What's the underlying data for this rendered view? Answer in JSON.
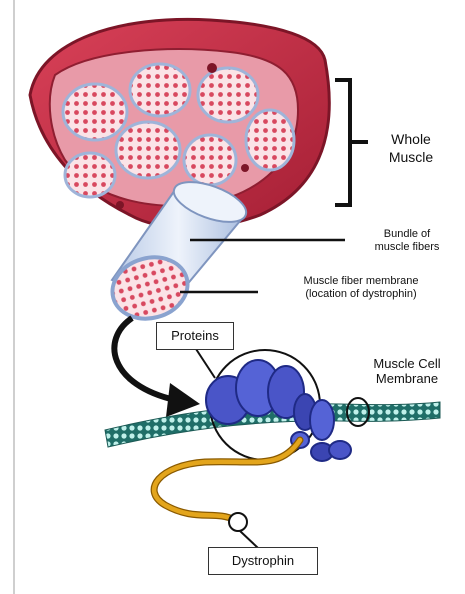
{
  "labels": {
    "whole_muscle": "Whole\nMuscle",
    "bundle": "Bundle of\nmuscle fibers",
    "fiber_membrane": "Muscle fiber membrane\n(location of dystrophin)",
    "proteins": "Proteins",
    "cell_membrane": "Muscle Cell\nMembrane",
    "dystrophin": "Dystrophin"
  },
  "colors": {
    "muscle_red": "#c8324a",
    "muscle_pink": "#f2b9c3",
    "fiber_blue": "#c9d9ef",
    "protein_blue": "#4a55c8",
    "membrane_teal": "#8fd6cf",
    "dystrophin_gold": "#e3a51c"
  }
}
